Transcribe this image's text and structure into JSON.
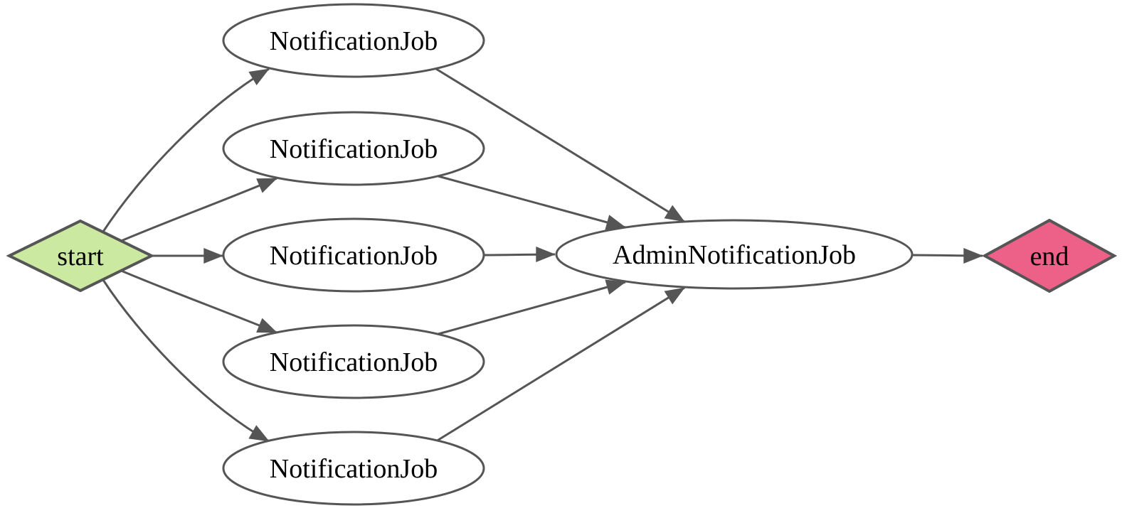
{
  "diagram": {
    "kind": "workflow-digraph",
    "background": "#ffffff",
    "edge_color": "#555555",
    "node_border_color": "#555555",
    "text_color": "#000000",
    "nodes": {
      "start": {
        "label": "start",
        "shape": "diamond",
        "fill": "#cbe9a1"
      },
      "job1": {
        "label": "NotificationJob",
        "shape": "ellipse",
        "fill": "#ffffff"
      },
      "job2": {
        "label": "NotificationJob",
        "shape": "ellipse",
        "fill": "#ffffff"
      },
      "job3": {
        "label": "NotificationJob",
        "shape": "ellipse",
        "fill": "#ffffff"
      },
      "job4": {
        "label": "NotificationJob",
        "shape": "ellipse",
        "fill": "#ffffff"
      },
      "job5": {
        "label": "NotificationJob",
        "shape": "ellipse",
        "fill": "#ffffff"
      },
      "admin": {
        "label": "AdminNotificationJob",
        "shape": "ellipse",
        "fill": "#ffffff"
      },
      "end": {
        "label": "end",
        "shape": "diamond",
        "fill": "#ed6189"
      }
    },
    "edges": [
      {
        "from": "start",
        "to": "job1"
      },
      {
        "from": "start",
        "to": "job2"
      },
      {
        "from": "start",
        "to": "job3"
      },
      {
        "from": "start",
        "to": "job4"
      },
      {
        "from": "start",
        "to": "job5"
      },
      {
        "from": "job1",
        "to": "admin"
      },
      {
        "from": "job2",
        "to": "admin"
      },
      {
        "from": "job3",
        "to": "admin"
      },
      {
        "from": "job4",
        "to": "admin"
      },
      {
        "from": "job5",
        "to": "admin"
      },
      {
        "from": "admin",
        "to": "end"
      }
    ]
  }
}
